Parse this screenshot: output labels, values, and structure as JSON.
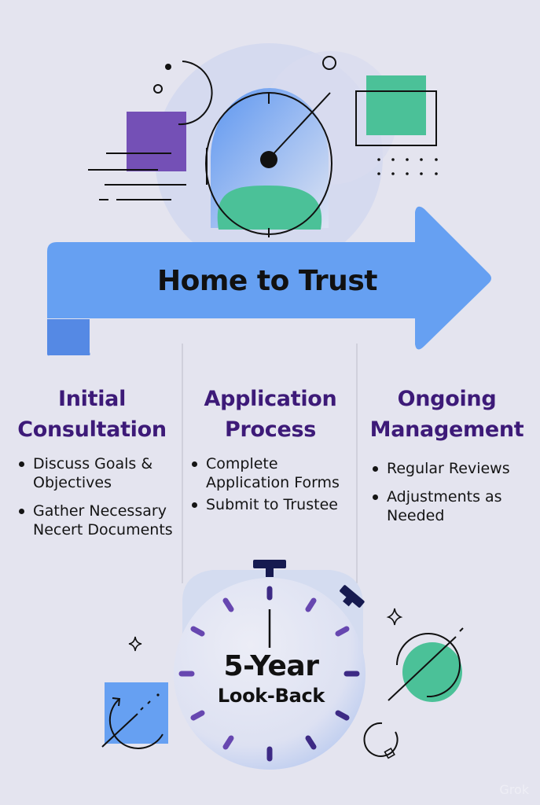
{
  "banner": {
    "title": "Home to Trust",
    "color": "#66a0f2"
  },
  "columns": [
    {
      "heading_line1": "Initial",
      "heading_line2": "Consultation",
      "items": [
        "Discuss Goals & Objectives",
        "Gather Necessary Necert Documents"
      ]
    },
    {
      "heading_line1": "Application",
      "heading_line2": "Process",
      "items": [
        "Complete Application Forms",
        "Submit to Trustee"
      ]
    },
    {
      "heading_line1": "Ongoing",
      "heading_line2": "Management",
      "items": [
        "Regular Reviews",
        "Adjustments as Needed"
      ]
    }
  ],
  "clock": {
    "line1": "5-Year",
    "line2": "Look-Back"
  },
  "colors": {
    "background": "#e4e4ef",
    "heading": "#3d1a78",
    "purple_square": "#7450b6",
    "green": "#4bc198",
    "blue": "#66a0f2",
    "clock_tick": "#6747b0",
    "clock_top": "#161a50"
  },
  "watermark": "Grok"
}
